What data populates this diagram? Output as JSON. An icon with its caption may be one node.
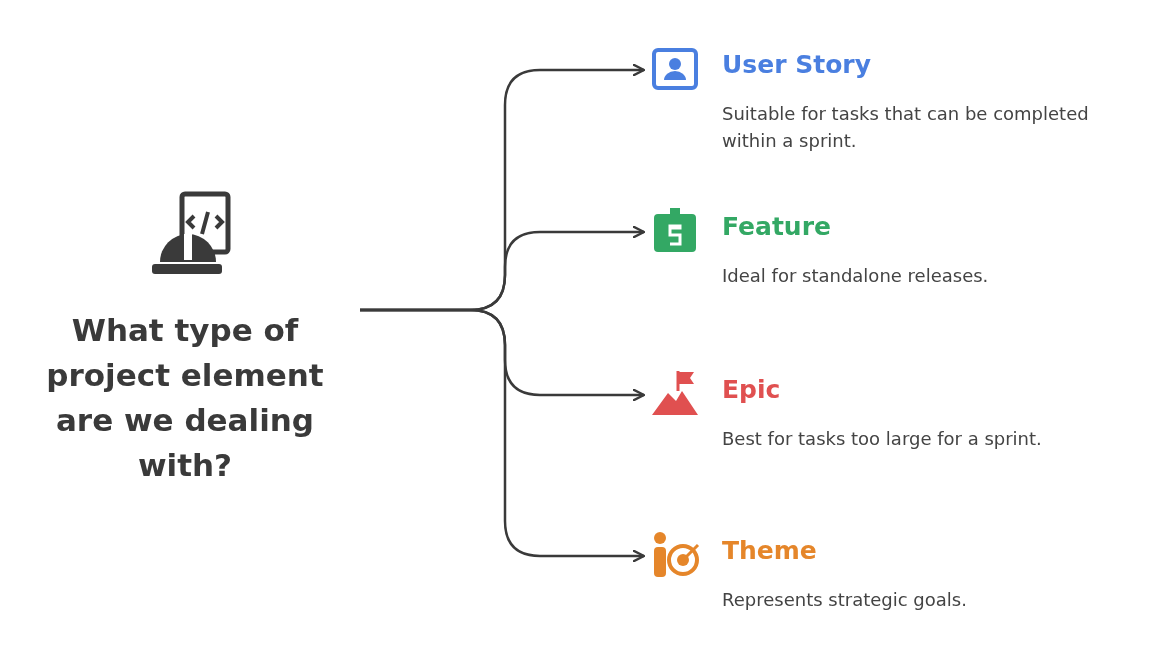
{
  "diagram": {
    "nodes": [
      {
        "text": [
          "What type of project element are we dealing with?"
        ]
      },
      {
        "text": [
          "User Story",
          "Suitable for tasks that can be completed within a sprint."
        ]
      },
      {
        "text": [
          "Feature",
          "Ideal for standalone releases."
        ]
      },
      {
        "text": [
          "Epic",
          "Best for tasks too large for a sprint."
        ]
      },
      {
        "text": [
          "Theme",
          "Represents strategic goals."
        ]
      }
    ],
    "edges": [
      {
        "from": 0,
        "to": 1,
        "arrow": "to"
      },
      {
        "from": 0,
        "to": 2,
        "arrow": "to"
      },
      {
        "from": 0,
        "to": 3,
        "arrow": "to"
      },
      {
        "from": 0,
        "to": 4,
        "arrow": "to"
      }
    ]
  }
}
